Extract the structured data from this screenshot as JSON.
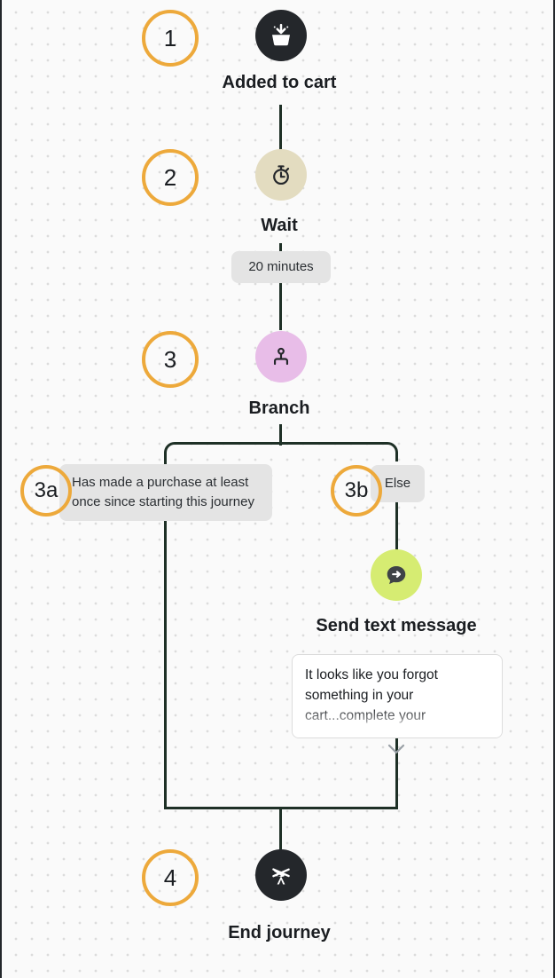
{
  "canvas": {
    "accent_orange": "#eda93b",
    "line_color": "#1e3026",
    "background": "#fafafa"
  },
  "steps": [
    {
      "number": "1",
      "icon": "shopping-basket-download-icon",
      "icon_bg": "#24272b",
      "title": "Added to cart",
      "chip": null
    },
    {
      "number": "2",
      "icon": "stopwatch-icon",
      "icon_bg": "#e3dcc0",
      "title": "Wait",
      "chip": "20 minutes"
    },
    {
      "number": "3",
      "icon": "branch-icon",
      "icon_bg": "#e8bde8",
      "title": "Branch",
      "chip": null
    },
    {
      "number": "4",
      "icon": "checkered-flag-icon",
      "icon_bg": "#24272b",
      "title": "End journey",
      "chip": null
    }
  ],
  "branches": {
    "left": {
      "number": "3a",
      "condition": "Has made a purchase at least once since starting this journey"
    },
    "right": {
      "number": "3b",
      "condition": "Else",
      "node": {
        "icon": "chat-arrow-icon",
        "icon_bg": "#d6ec72",
        "title": "Send text message",
        "message_preview": "It looks like you forgot something in your cart...complete your",
        "expand_icon": "chevron-down-icon"
      }
    }
  }
}
